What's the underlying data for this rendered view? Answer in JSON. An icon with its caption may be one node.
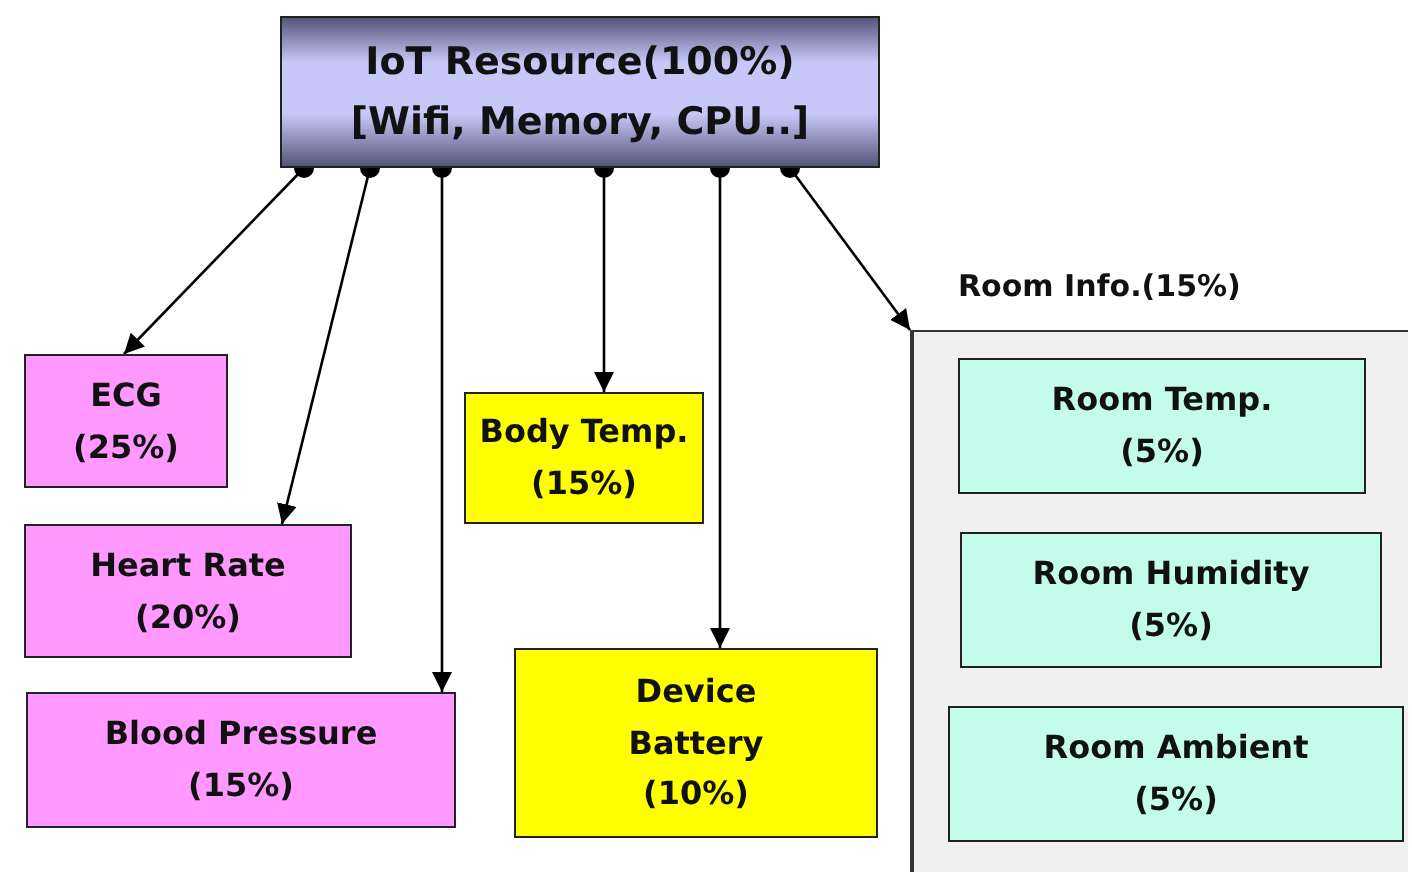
{
  "diagram": {
    "nodes": [
      {
        "text": [
          "IoT Resource(100%)",
          "[Wifi, Memory, CPU..]"
        ]
      },
      {
        "text": [
          "ECG (25%)"
        ]
      },
      {
        "text": [
          "Heart Rate (20%)"
        ]
      },
      {
        "text": [
          "Blood Pressure (15%)"
        ]
      },
      {
        "text": [
          "Body Temp. (15%)"
        ]
      },
      {
        "text": [
          "Device Battery (10%)"
        ]
      },
      {
        "text": [
          "Room Info.(15%)"
        ]
      },
      {
        "text": [
          "Room Temp. (5%)"
        ],
        "in": 6
      },
      {
        "text": [
          "Room Humidity (5%)"
        ],
        "in": 6
      },
      {
        "text": [
          "Room Ambient (5%)"
        ],
        "in": 6
      }
    ],
    "edges": [
      {
        "from": 0,
        "to": 1,
        "arrow": "to"
      },
      {
        "from": 0,
        "to": 2,
        "arrow": "to"
      },
      {
        "from": 0,
        "to": 3,
        "arrow": "to"
      },
      {
        "from": 0,
        "to": 4,
        "arrow": "to"
      },
      {
        "from": 0,
        "to": 5,
        "arrow": "to"
      },
      {
        "from": 0,
        "to": 6,
        "arrow": "to"
      }
    ]
  }
}
